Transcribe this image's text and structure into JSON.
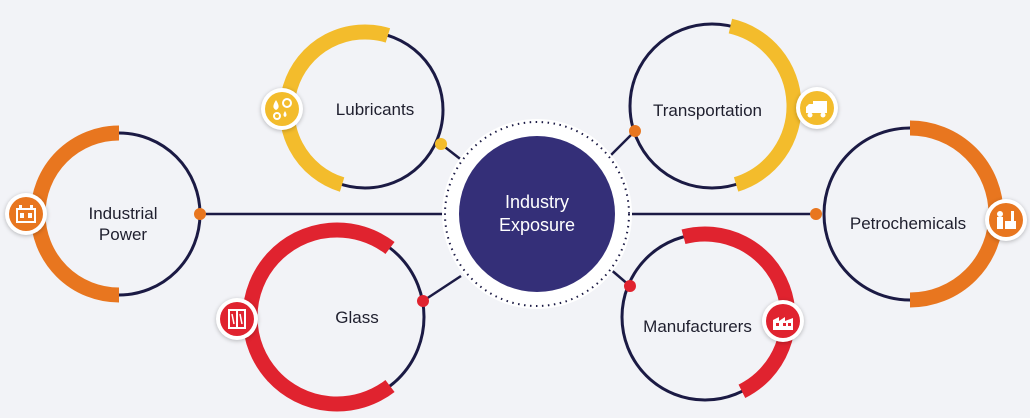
{
  "center": {
    "line1": "Industry",
    "line2": "Exposure",
    "color": "#342f78"
  },
  "colors": {
    "yellow": "#f3bc2c",
    "orange": "#e8761f",
    "red": "#e0232f",
    "navy": "#1b1a44"
  },
  "nodes": [
    {
      "name": "lubricants",
      "label": "Lubricants",
      "icon": "oil-drops-gear-icon",
      "color": "#f3bc2c"
    },
    {
      "name": "transportation",
      "label": "Transportation",
      "icon": "delivery-truck-icon",
      "color": "#f3bc2c"
    },
    {
      "name": "industrial-power",
      "line1": "Industrial",
      "line2": "Power",
      "icon": "power-plant-icon",
      "color": "#e8761f"
    },
    {
      "name": "petrochemicals",
      "label": "Petrochemicals",
      "icon": "refinery-icon",
      "color": "#e8761f"
    },
    {
      "name": "glass",
      "label": "Glass",
      "icon": "glass-window-icon",
      "color": "#e0232f"
    },
    {
      "name": "manufacturers",
      "label": "Manufacturers",
      "icon": "factory-icon",
      "color": "#e0232f"
    }
  ]
}
